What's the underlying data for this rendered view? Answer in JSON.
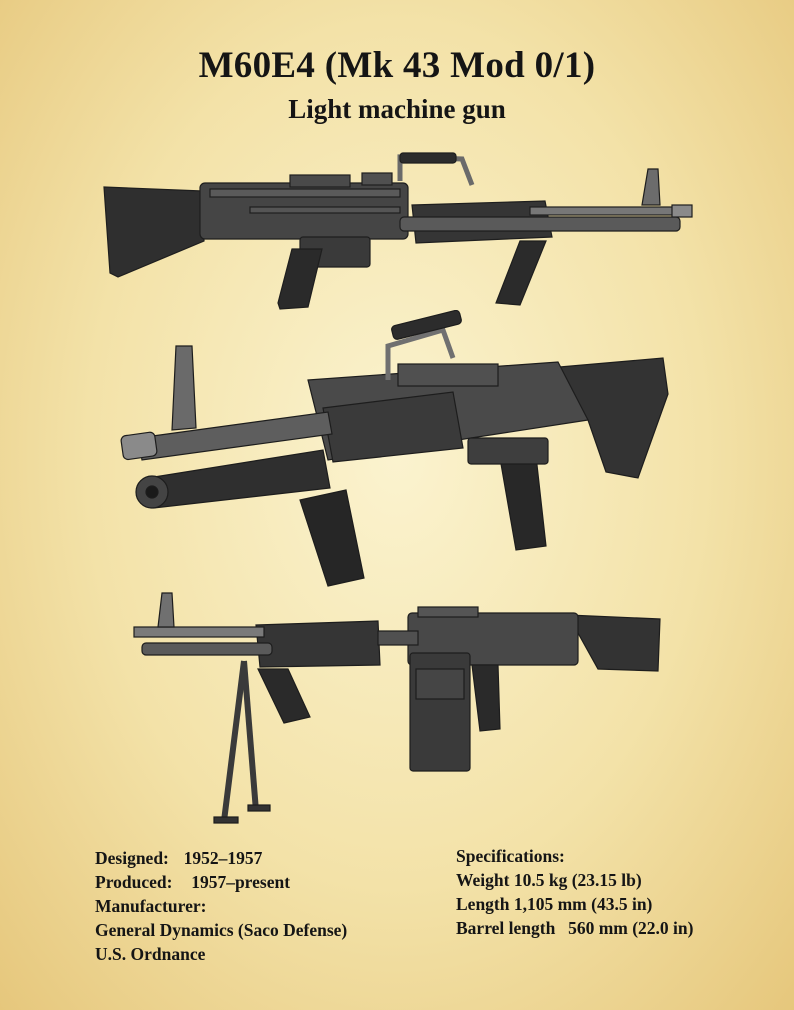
{
  "poster": {
    "title": "M60E4 (Mk 43 Mod 0/1)",
    "subtitle": "Light machine gun",
    "colors": {
      "background": "#f6e8b5",
      "edge": "#e6c77c",
      "text": "#151515",
      "gun": "#3a3a3a"
    }
  },
  "images": [
    {
      "name": "gun-side-view",
      "view": "side"
    },
    {
      "name": "gun-angled-view",
      "view": "three-quarter"
    },
    {
      "name": "gun-bipod-view",
      "view": "side with bipod and ammunition box"
    }
  ],
  "left_info": {
    "designed_label": "Designed:",
    "designed_value": "1952–1957",
    "produced_label": "Produced:",
    "produced_value": "1957–present",
    "manufacturer_label": "Manufacturer:",
    "manufacturer_1": "General Dynamics (Saco Defense)",
    "manufacturer_2": "U.S. Ordnance"
  },
  "specs": {
    "heading": "Specifications:",
    "weight_label": "Weight",
    "weight_value": "10.5 kg (23.15 lb)",
    "length_label": "Length",
    "length_value": "1,105 mm (43.5 in)",
    "barrel_label": "Barrel length",
    "barrel_value": "560 mm (22.0 in)"
  }
}
